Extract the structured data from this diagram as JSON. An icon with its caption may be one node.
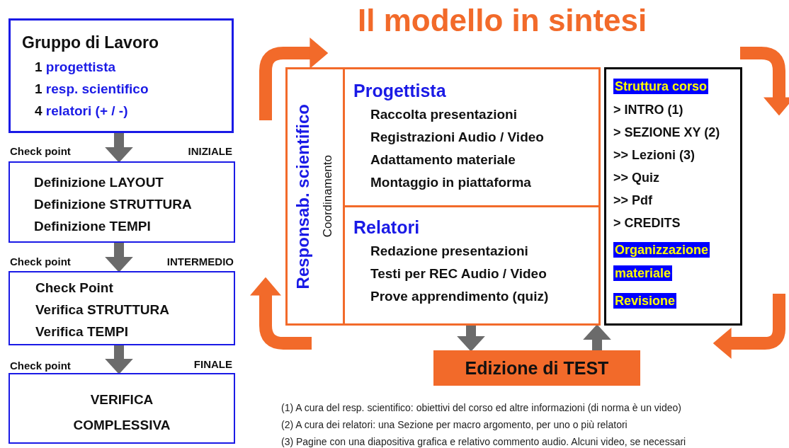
{
  "diagram": {
    "title": "Il modello in sintesi",
    "nodes": [
      {
        "text": [
          "Gruppo di Lavoro",
          "1 progettista",
          "1 resp. scientifico",
          "4 relatori (+ / -)"
        ]
      },
      {
        "text": [
          "Definizione LAYOUT",
          "Definizione STRUTTURA",
          "Definizione TEMPI"
        ]
      },
      {
        "text": [
          "Check Point",
          "Verifica STRUTTURA",
          "Verifica TEMPI"
        ]
      },
      {
        "text": [
          "VERIFICA COMPLESSIVA"
        ]
      },
      {
        "text": [],
        "shape": "box"
      },
      {
        "text": [
          "Responsab. scientifico",
          "Coordinamento"
        ],
        "in": 4
      },
      {
        "text": [
          "Progettista",
          "Raccolta presentazioni",
          "Registrazioni Audio / Video",
          "Adattamento materiale",
          "Montaggio in piattaforma"
        ],
        "in": 4
      },
      {
        "text": [
          "Relatori",
          "Redazione presentazioni",
          "Testi per REC Audio / Video",
          "Prove apprendimento (quiz)"
        ],
        "in": 4
      },
      {
        "text": [
          "Struttura corso",
          "> INTRO (1)",
          "> SEZIONE XY (2)",
          ">> Lezioni (3)",
          ">> Quiz",
          ">> Pdf",
          "> CREDITS",
          "Organizzazione materiale",
          "Revisione"
        ]
      },
      {
        "text": [
          "Edizione di TEST"
        ]
      }
    ],
    "edges": [
      {
        "from": 0,
        "to": 1,
        "arrow": "to"
      },
      {
        "from": 1,
        "to": 2,
        "arrow": "to"
      },
      {
        "from": 2,
        "to": 3,
        "arrow": "to"
      },
      {
        "from": 4,
        "to": 9,
        "arrow": "to"
      },
      {
        "from": 9,
        "to": 4,
        "arrow": "to"
      }
    ],
    "labels": [
      "Check point",
      "INIZIALE",
      "Check point",
      "INTERMEDIO",
      "Check point",
      "FINALE",
      "(1) A cura del resp. scientifico: obiettivi del corso ed altre informazioni (di norma è un video)",
      "(2) A cura dei relatori: una Sezione per macro argomento, per uno o più relatori",
      "(3) Pagine con una diapositiva grafica e relativo commento audio. Alcuni video, se necessari"
    ]
  }
}
